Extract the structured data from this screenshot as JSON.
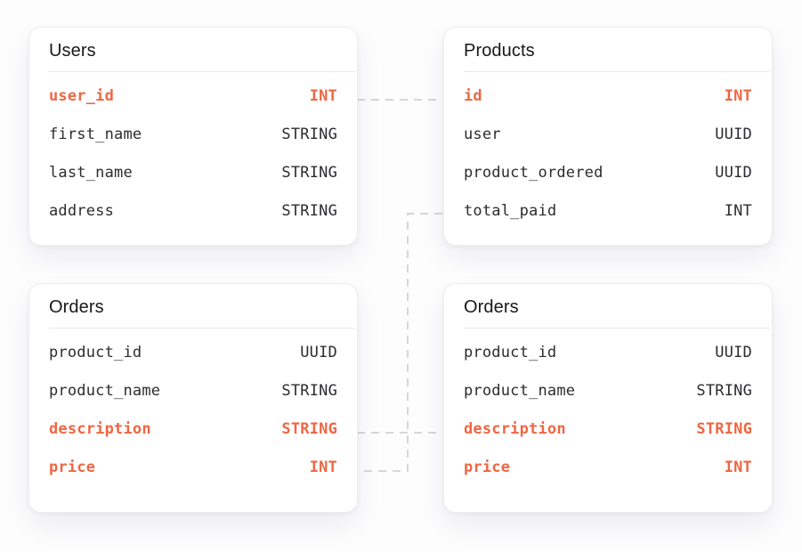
{
  "diagram": {
    "colors": {
      "accent": "#ee6743",
      "field_text": "#2c2c30",
      "connector": "#d6d6da",
      "card_background": "#ffffff"
    },
    "tables": [
      {
        "title": "Users",
        "fields": [
          {
            "name": "user_id",
            "type": "INT",
            "highlight": true
          },
          {
            "name": "first_name",
            "type": "STRING",
            "highlight": false
          },
          {
            "name": "last_name",
            "type": "STRING",
            "highlight": false
          },
          {
            "name": "address",
            "type": "STRING",
            "highlight": false
          }
        ]
      },
      {
        "title": "Products",
        "fields": [
          {
            "name": "id",
            "type": "INT",
            "highlight": true
          },
          {
            "name": "user",
            "type": "UUID",
            "highlight": false
          },
          {
            "name": "product_ordered",
            "type": "UUID",
            "highlight": false
          },
          {
            "name": "total_paid",
            "type": "INT",
            "highlight": false
          }
        ]
      },
      {
        "title": "Orders",
        "fields": [
          {
            "name": "product_id",
            "type": "UUID",
            "highlight": false
          },
          {
            "name": "product_name",
            "type": "STRING",
            "highlight": false
          },
          {
            "name": "description",
            "type": "STRING",
            "highlight": true
          },
          {
            "name": "price",
            "type": "INT",
            "highlight": true
          }
        ]
      },
      {
        "title": "Orders",
        "fields": [
          {
            "name": "product_id",
            "type": "UUID",
            "highlight": false
          },
          {
            "name": "product_name",
            "type": "STRING",
            "highlight": false
          },
          {
            "name": "description",
            "type": "STRING",
            "highlight": true
          },
          {
            "name": "price",
            "type": "INT",
            "highlight": true
          }
        ]
      }
    ],
    "relationships": [
      {
        "from": "Users.user_id",
        "to": "Products.id"
      },
      {
        "from": "Products.total_paid",
        "to": "Orders.price"
      },
      {
        "from": "Orders.description",
        "to": "Orders.description"
      }
    ]
  }
}
